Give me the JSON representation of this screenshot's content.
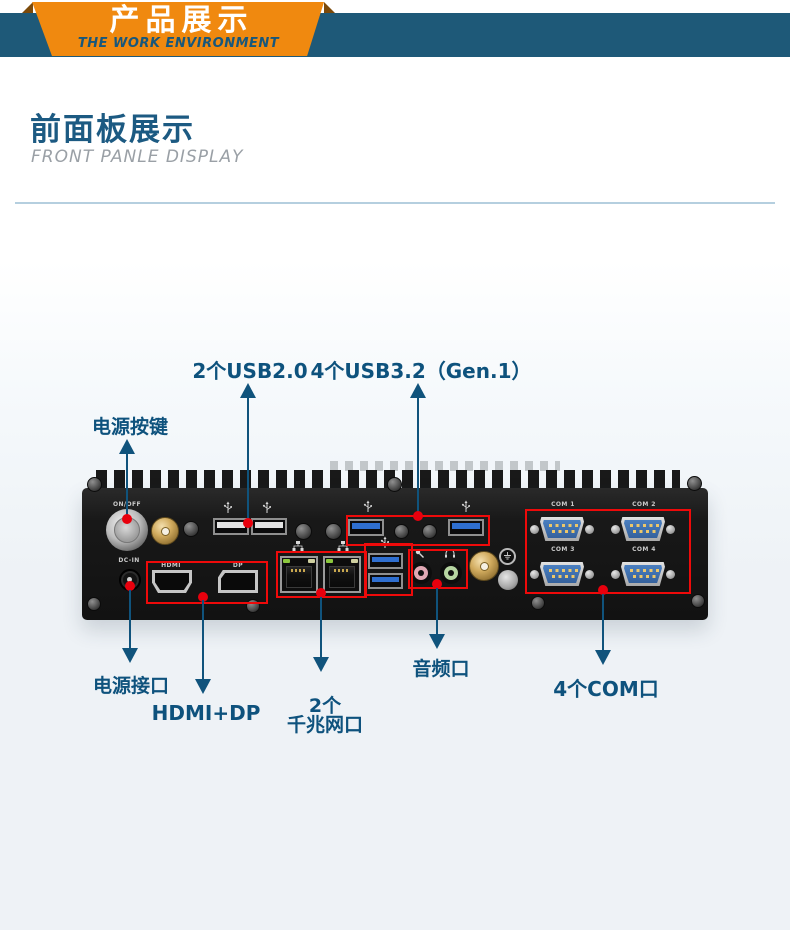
{
  "banner": {
    "title": "产品展示",
    "subtitle": "THE WORK ENVIRONMENT",
    "bar_color": "#1e5978",
    "ribbon_color": "#f0890f",
    "fold_color": "#7c4a0a"
  },
  "section": {
    "title": "前面板展示",
    "subtitle": "FRONT PANLE DISPLAY",
    "title_color": "#1c5a82",
    "subtitle_color": "#9aa0a6",
    "divider_color": "#b5cfdf"
  },
  "annotations": {
    "text_color": "#0e527d",
    "arrow_color": "#10537c",
    "marker_color": "#e8000d",
    "highlight_box_color": "#ee0a0a",
    "usb2": {
      "label": "2个USB2.0"
    },
    "usb3": {
      "label": "4个USB3.2（Gen.1）"
    },
    "power_button": {
      "label": "电源按键"
    },
    "power_in": {
      "label": "电源接口"
    },
    "hdmi_dp": {
      "label": "HDMI+DP"
    },
    "lan": {
      "label_line1": "2个",
      "label_line2": "千兆网口"
    },
    "audio": {
      "label": "音频口"
    },
    "com": {
      "label": "4个COM口"
    }
  },
  "device": {
    "body_color": "#181818",
    "power_button_label": "ON/OFF",
    "dc_in_label": "DC-IN",
    "hdmi_label": "HDMI",
    "dp_label": "DP",
    "com_labels": [
      "COM 1",
      "COM 2",
      "COM 3",
      "COM 4"
    ],
    "usb3_tongue_color": "#2f6fd0",
    "usb2_tongue_color": "#e3e3e3",
    "antenna_color": "#d1ab5e"
  },
  "icons": {
    "usb": "usb-icon",
    "network": "network-icon",
    "microphone": "microphone-icon",
    "headphone": "headphone-icon",
    "ground": "ground-icon"
  }
}
